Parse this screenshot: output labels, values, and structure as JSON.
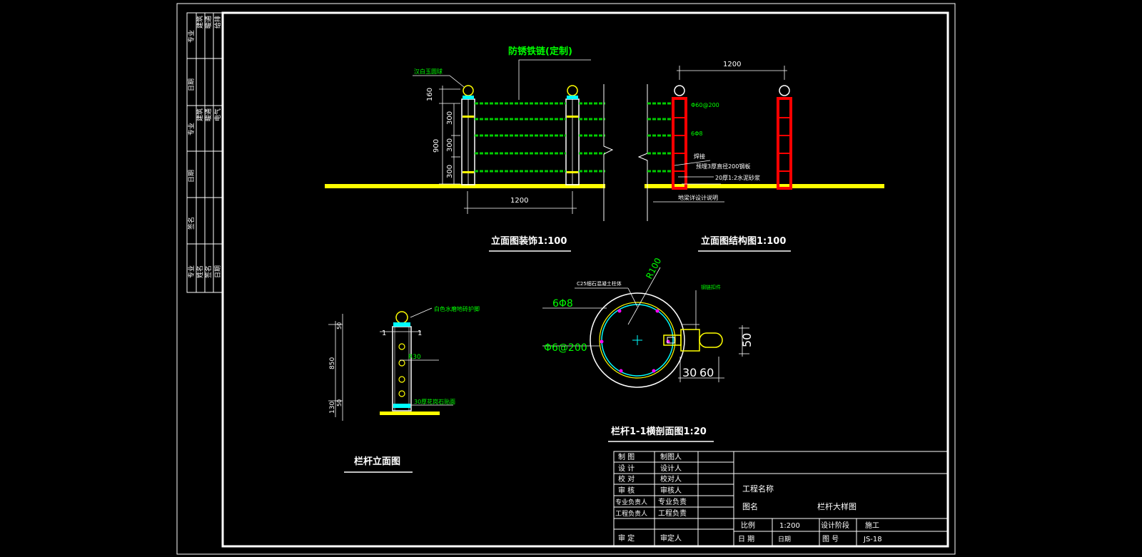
{
  "drawing": {
    "chain_label": "防锈铁链(定制)",
    "cap_label": "汉白玉圆球",
    "dims": {
      "d160": "160",
      "d900": "900",
      "d300": "300",
      "w1200": "1200",
      "w1200b": "1200",
      "d850": "850",
      "d130": "130",
      "d50a": "50",
      "d50b": "50",
      "r100": "R100",
      "d50c": "50",
      "d30": "30",
      "d60": "60"
    },
    "struct": {
      "pipe": "Φ60@200",
      "bar": "6Φ8",
      "weld": "焊接",
      "plate": "预埋3厚直径200钢板",
      "mortar": "20厚1:2水泥砂浆",
      "foundation": "地梁详设计说明"
    },
    "titles": {
      "elev_deco": "立面图装饰1:100",
      "elev_struct": "立面图结构图1:100",
      "rail_elev": "栏杆立面图",
      "section": "栏杆1-1横剖面图1:20"
    },
    "rail": {
      "cap_note": "白色水磨地砖护脚",
      "r30": "R30",
      "base_note": "30厚花岗石贴面",
      "sec1": "1",
      "sec2": "1"
    },
    "section": {
      "concrete": "C25细石混凝土柱体",
      "bar": "6Φ8",
      "pipe": "Φ6@200",
      "fitting": "钢链扣件"
    },
    "title_block": {
      "rows": [
        {
          "role": "制  图",
          "name": "制图人"
        },
        {
          "role": "设  计",
          "name": "设计人"
        },
        {
          "role": "校  对",
          "name": "校对人"
        },
        {
          "role": "审  核",
          "name": "审核人"
        },
        {
          "role": "专业负责人",
          "name": "专业负责"
        },
        {
          "role": "工程负责人",
          "name": "工程负责"
        }
      ],
      "approve_role": "审  定",
      "approve_name": "审定人",
      "project_label": "工程名称",
      "drawing_name_label": "图名",
      "drawing_name": "栏杆大样图",
      "scale_label": "比例",
      "scale": "1:200",
      "stage_label": "设计阶段",
      "stage": "施工",
      "date_label": "日  期",
      "date": "日期",
      "number_label": "图  号",
      "number": "JS-18"
    },
    "side_table": {
      "r1a": "专业",
      "r1b": "建筑",
      "r1c": "暖通",
      "r1d": "给排",
      "r2": "日期",
      "r3a": "专业",
      "r3b": "建筑",
      "r3c": "暖通",
      "r3d": "电气",
      "r4": "日期",
      "r5": "签名",
      "r6a": "专业",
      "r6b": "姓名",
      "r6c": "签名",
      "r6d": "日期"
    }
  }
}
